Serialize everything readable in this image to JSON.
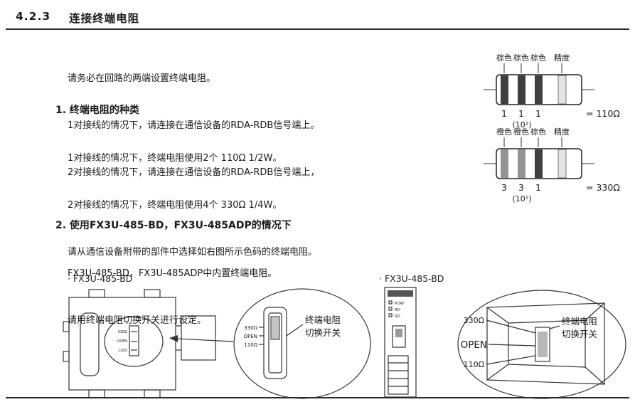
{
  "header": {
    "number": "4.2.3",
    "title": "连接终端电阻"
  },
  "intro": {
    "lines": [
      "请务必在回路的两端设置终端电阻。",
      "1对接线的情况下，请连接在通信设备的RDA-RDB信号端上。",
      "2对接线的情况下，请连接在通信设备的RDA-RDB信号端上，"
    ]
  },
  "section1": {
    "title": "1. 终端电阻的种类",
    "lines": [
      "1对接线的情况下，终端电阻使用2个 110Ω 1/2W。",
      "2对接线的情况下，终端电阻使用4个 330Ω 1/4W。",
      "请从通信设备附带的部件中选择如右图所示色码的终端电阻。"
    ]
  },
  "section2": {
    "title": "2. 使用FX3U-485-BD，FX3U-485ADP的情况下",
    "lines": [
      "FX3U-485-BD，FX3U-485ADP中内置终端电阻。",
      "请用终端电阻切换开关进行设定。"
    ]
  },
  "resistor1": {
    "band_labels": [
      "棕色",
      "棕色",
      "棕色",
      "精度"
    ],
    "band_colors": [
      "#3f3f3f",
      "#3f3f3f",
      "#3f3f3f",
      "#e4e4e4"
    ],
    "digits": [
      "1",
      "1",
      "1"
    ],
    "multiplier": "(10¹)",
    "value": "= 110Ω"
  },
  "resistor2": {
    "band_labels": [
      "橙色",
      "橙色",
      "棕色",
      "精度"
    ],
    "band_colors": [
      "#949494",
      "#949494",
      "#3f3f3f",
      "#e4e4e4"
    ],
    "digits": [
      "3",
      "3",
      "1"
    ],
    "multiplier": "(10¹)",
    "value": "= 330Ω"
  },
  "diagram_left": {
    "caption": "· FX3U-485-BD",
    "switch_labels": [
      "330Ω",
      "OPEN",
      "110Ω"
    ],
    "callout_line1": "终端电阻",
    "callout_line2": "切换开关"
  },
  "diagram_right": {
    "caption": "· FX3U-485-BD",
    "led_labels": [
      "POW",
      "RD",
      "SD"
    ],
    "switch_labels": [
      "330Ω",
      "OPEN",
      "110Ω"
    ],
    "callout_line1": "终端电阻",
    "callout_line2": "切换开关"
  }
}
